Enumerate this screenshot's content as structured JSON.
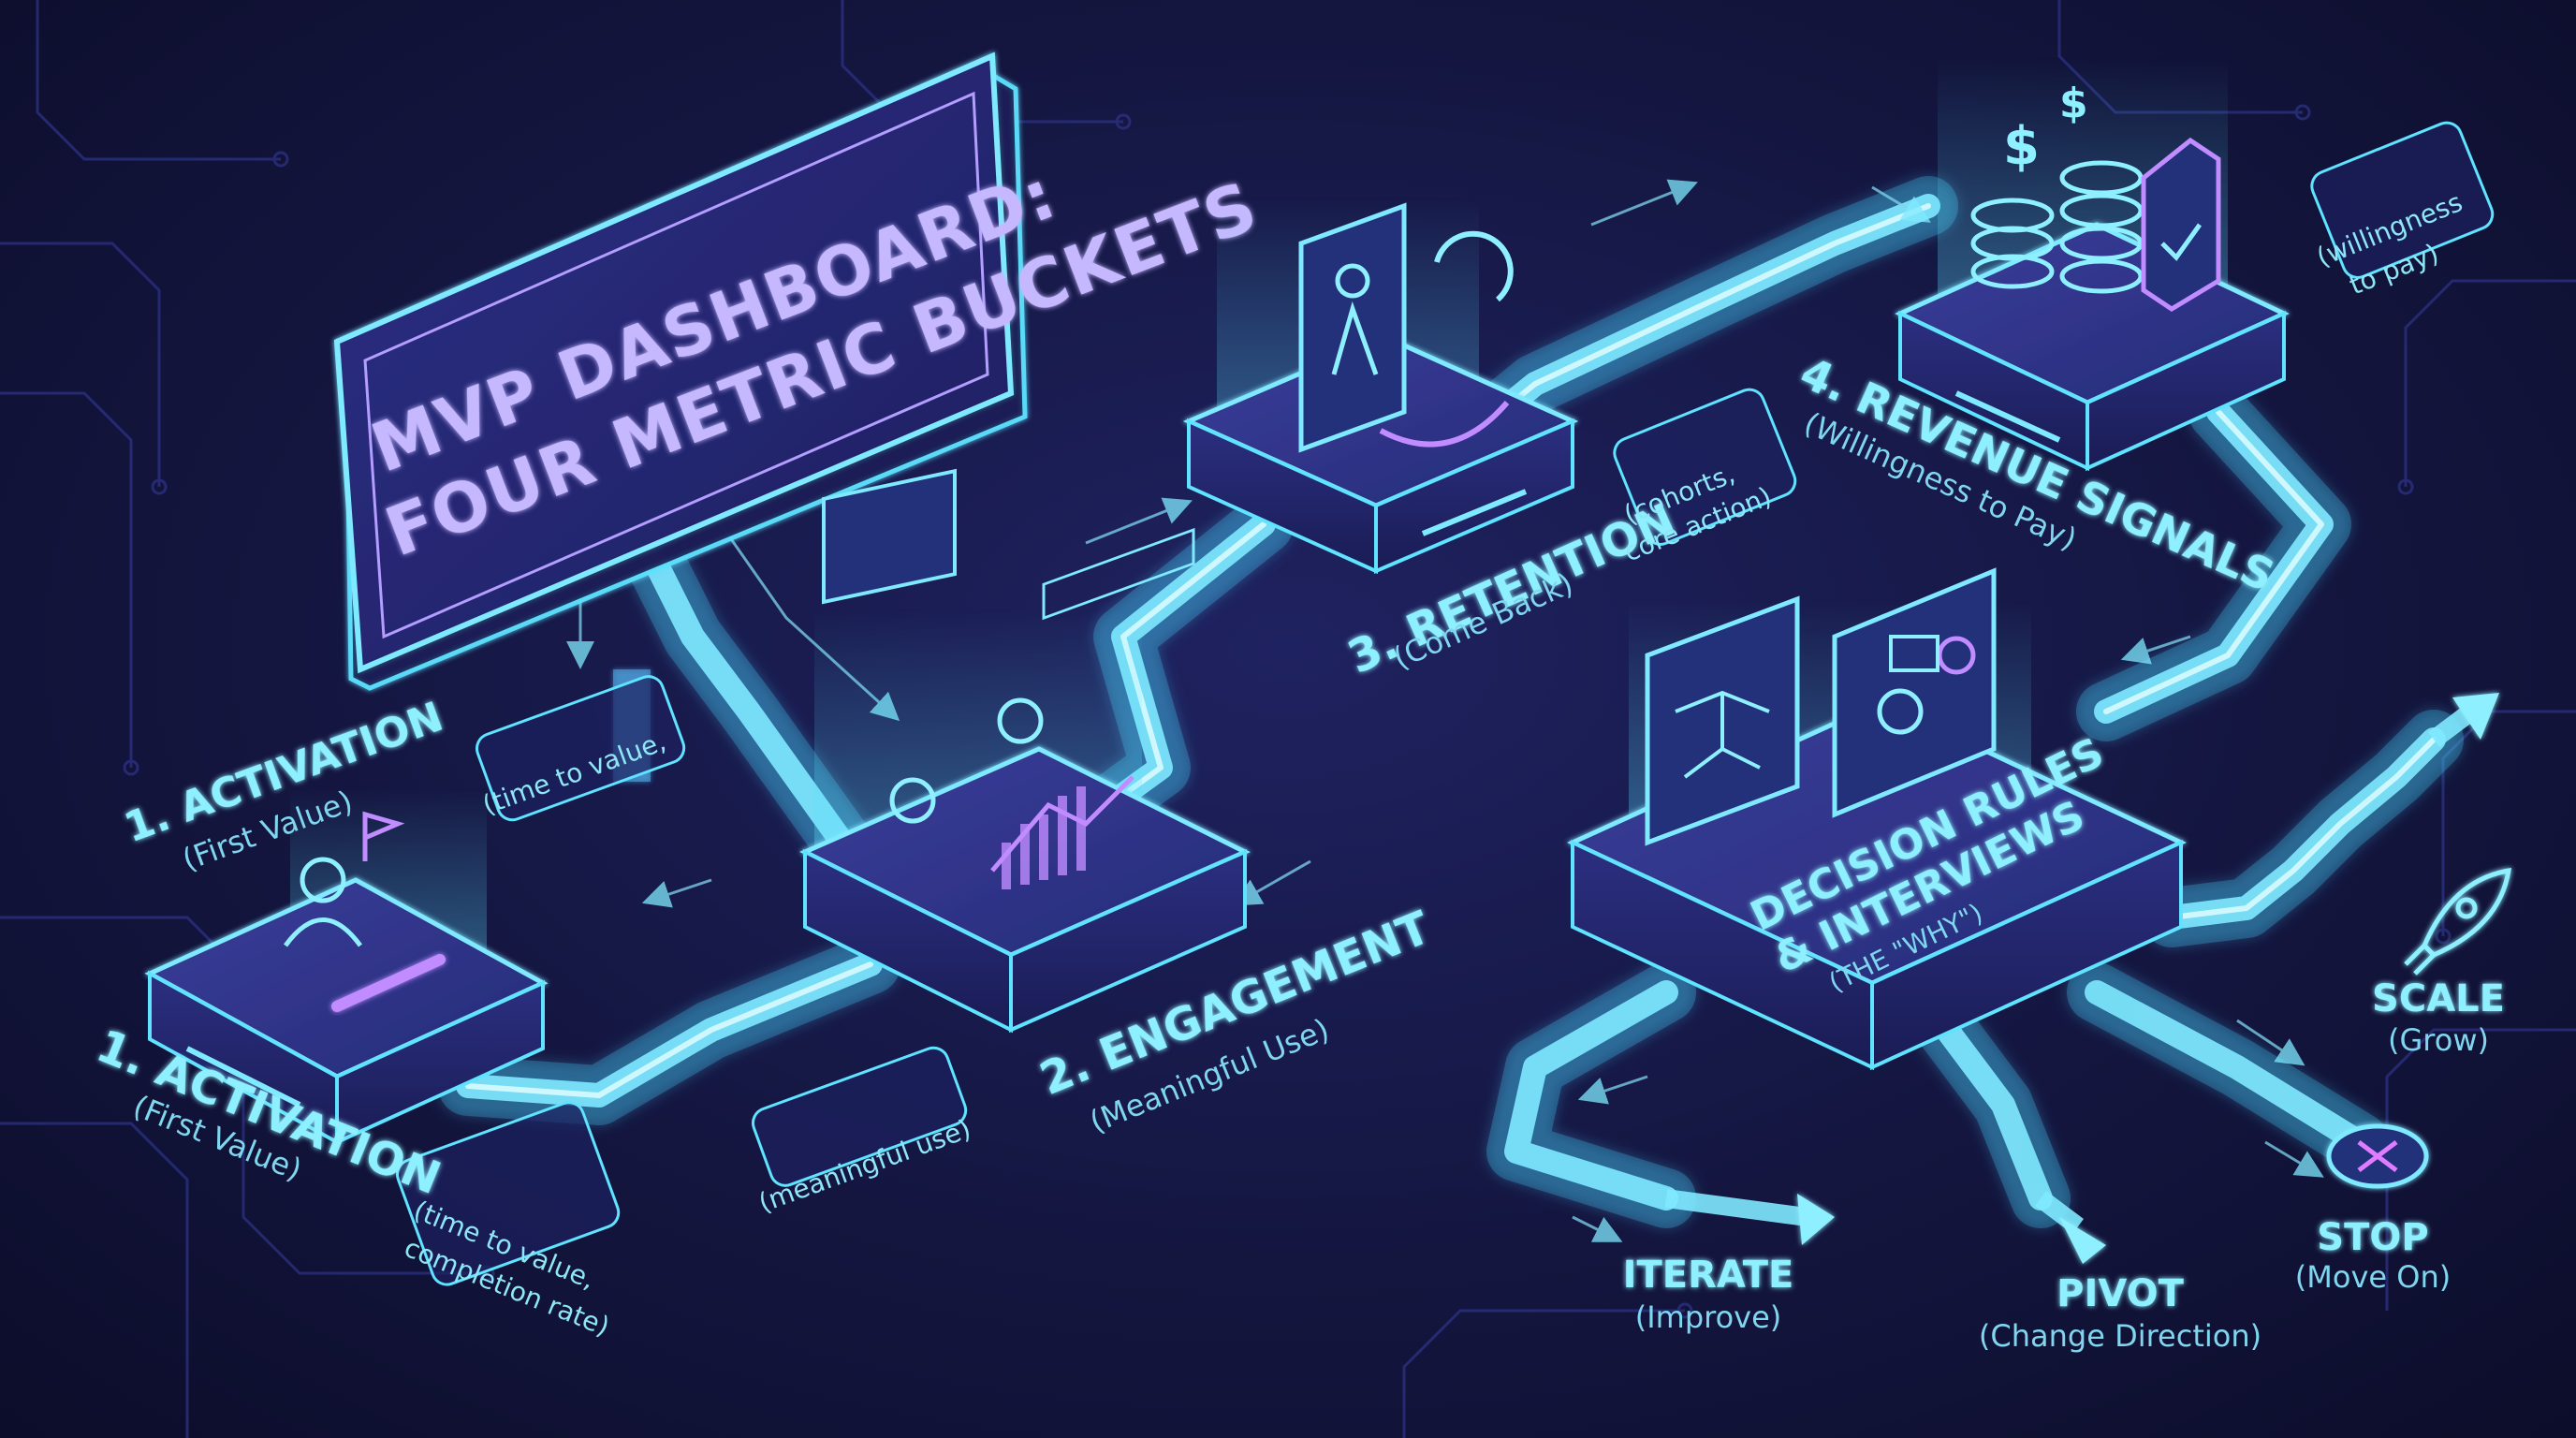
{
  "title": {
    "line1": "MVP DASHBOARD:",
    "line2": "FOUR METRIC BUCKETS"
  },
  "buckets": {
    "activation_upper": {
      "title": "1. ACTIVATION",
      "subtitle": "(First Value)",
      "note": "(time to value,"
    },
    "activation": {
      "title": "1. ACTIVATION",
      "subtitle": "(First Value)",
      "note_line1": "(time to value,",
      "note_line2": "completion rate)"
    },
    "engagement": {
      "title": "2. ENGAGEMENT",
      "subtitle": "(Meaningful Use)",
      "note": "(meaningful use)"
    },
    "retention": {
      "title": "3. RETENTION",
      "subtitle": "(Come Back)",
      "note_line1": "(cohorts,",
      "note_line2": "core action)"
    },
    "revenue": {
      "title": "4. REVENUE SIGNALS",
      "subtitle": "(Willingness to Pay)",
      "note_line1": "(willingness",
      "note_line2": "to pay)"
    }
  },
  "decision": {
    "line1": "DECISION RULES",
    "line2": "& INTERVIEWS",
    "line3": "(THE \"WHY\")"
  },
  "outcomes": {
    "iterate": {
      "label": "ITERATE",
      "sub": "(Improve)"
    },
    "pivot": {
      "label": "PIVOT",
      "sub": "(Change Direction)"
    },
    "stop": {
      "label": "STOP",
      "sub": "(Move On)"
    },
    "scale": {
      "label": "SCALE",
      "sub": "(Grow)"
    }
  },
  "icons": {
    "revenue": "dollar-sign",
    "retention": "cycle-arrows",
    "scale": "rocket",
    "stop": "x-mark"
  },
  "colors": {
    "background": "#141640",
    "cyan": "#5fe3ff",
    "violet": "#9b7bff",
    "text": "#8ef0ff"
  }
}
